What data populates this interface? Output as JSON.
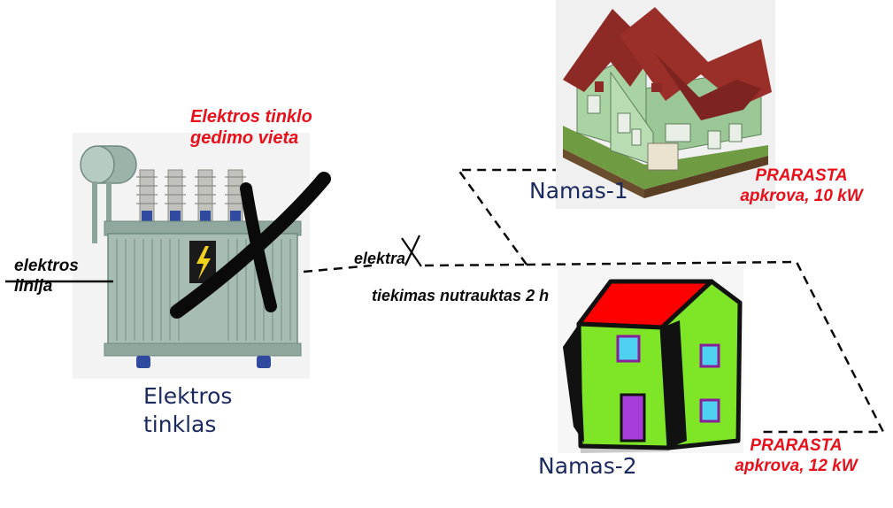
{
  "labels": {
    "fault_location_line1": "Elektros tinklo",
    "fault_location_line2": "gedimo vieta",
    "power_line_line1": "elektros",
    "power_line_line2": "linija",
    "grid_line1": "Elektros",
    "grid_line2": "tinklas",
    "outage_line1": "elektra",
    "outage_line2": "tiekimas nutrauktas 2 h",
    "house1_name": "Namas-1",
    "house1_lost_line1": "PRARASTA",
    "house1_lost_line2": "apkrova, 10 kW",
    "house2_name": "Namas-2",
    "house2_lost_line1": "PRARASTA",
    "house2_lost_line2": "apkrova, 12 kW"
  },
  "colors": {
    "highlight_text": "#e8101a",
    "label_text": "#1b2a5e",
    "transformer_body": "#a7bcb3",
    "roof_house1": "#8e2a26",
    "walls_house1": "#a9d3a3",
    "roof_house2": "#ff0000",
    "walls_house2": "#7fe627"
  },
  "icons": [
    "transformer-icon",
    "lightning-icon",
    "fault-cross-icon",
    "house-1-icon",
    "house-2-icon"
  ]
}
